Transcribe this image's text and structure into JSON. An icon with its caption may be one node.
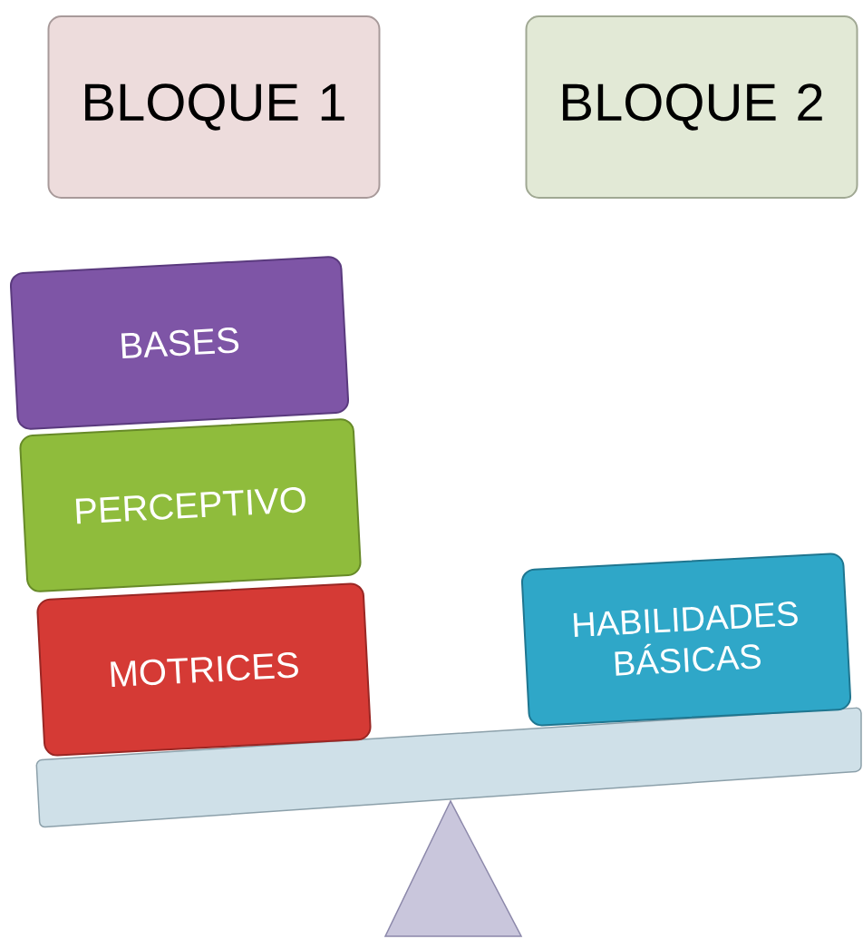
{
  "diagram": {
    "nodes": [
      {
        "text": [
          "BLOQUE 1"
        ]
      },
      {
        "text": [
          "BLOQUE 2"
        ]
      },
      {
        "text": [
          "BASES"
        ]
      },
      {
        "text": [
          "PERCEPTIVO"
        ]
      },
      {
        "text": [
          "MOTRICES"
        ]
      },
      {
        "text": [
          "HABILIDADES BÁSICAS"
        ]
      }
    ]
  }
}
